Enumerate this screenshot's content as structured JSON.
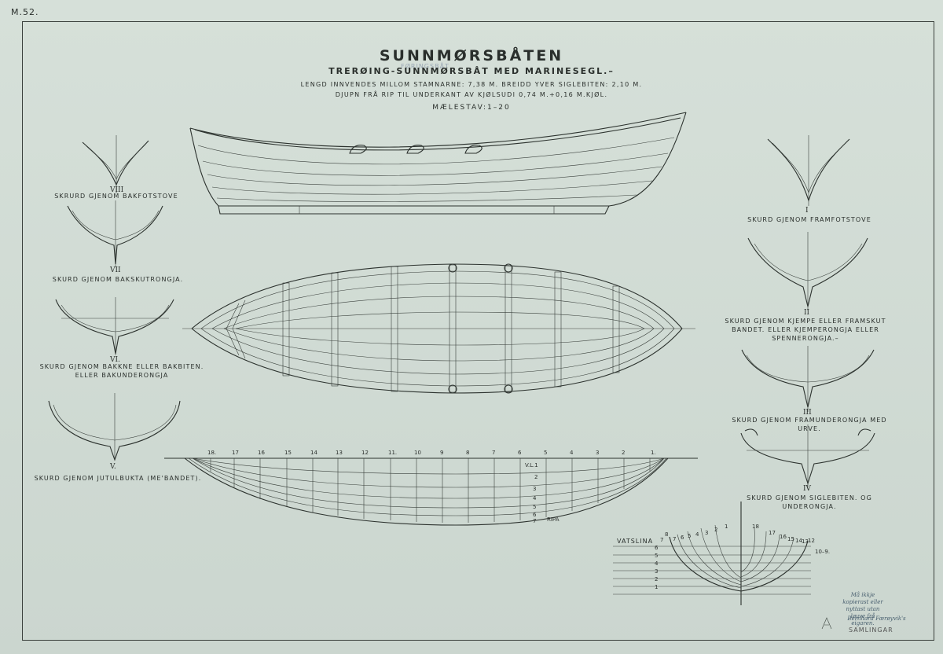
{
  "sheet_number": "M.52.",
  "title": "SUNNMØRSBÅTEN",
  "pencil_note": "FØRINGSBÅT",
  "subtitle": "TRERØING-SUNNMØRSBÅT MED MARINESEGL.–",
  "dimensions_line1": "LENGD INNVENDES MILLOM STAMNARNE: 7,38 M. BREIDD YVER SIGLEBITEN: 2,10 M.",
  "dimensions_line2": "DJUPN FRÅ RIP TIL UNDERKANT AV KJØLSUDI 0,74 M.+0,16 M.KJØL.",
  "scale": "MÆLESTAV:1–20",
  "left_sections": [
    {
      "roman": "VIII",
      "label": "SKRURD GJENOM BAKFOTSTOVE"
    },
    {
      "roman": "VII",
      "label": "SKURD GJENOM BAKSKUTRONGJA."
    },
    {
      "roman": "VI.",
      "label": "SKURD GJENOM BAKKNE ELLER BAKBITEN. ELLER BAKUNDERONGJA"
    },
    {
      "roman": "V.",
      "label": "SKURD GJENOM JUTULBUKTA (ME'BANDET)."
    }
  ],
  "right_sections": [
    {
      "roman": "I",
      "label": "SKURD GJENOM FRAMFOTSTOVE"
    },
    {
      "roman": "II",
      "label": "SKURD GJENOM KJEMPE ELLER FRAMSKUT BANDET. ELLER KJEMPERONGJA ELLER SPENNERONGJA.–"
    },
    {
      "roman": "III",
      "label": "SKURD GJENOM FRAMUNDERONGJA MED URVE."
    },
    {
      "roman": "IV",
      "label": "SKURD GJENOM SIGLEBITEN. OG UNDERONGJA."
    }
  ],
  "station_numbers": [
    "18.",
    "17",
    "16",
    "15",
    "14",
    "13",
    "12",
    "11.",
    "10",
    "9",
    "8",
    "7",
    "6",
    "5",
    "4",
    "3",
    "2",
    "1."
  ],
  "waterline_labels": [
    "V.L.1",
    "2",
    "3",
    "4",
    "5",
    "6",
    "7",
    "RIPA"
  ],
  "body_plan": {
    "label": "VATSLINA",
    "levels": [
      "7",
      "6",
      "5",
      "4",
      "3",
      "2",
      "1"
    ],
    "left_stations": [
      "8",
      "7",
      "6",
      "5",
      "4",
      "3",
      "2",
      "1"
    ],
    "right_stations": [
      "18",
      "17",
      "16",
      "15",
      "14",
      "13",
      "12"
    ],
    "right_side_note": "10–9."
  },
  "copy_note": "Må ikkje kopierast eller nyttast utan løyve frå eigaren.",
  "signature": "Bernhard Færøyvik's",
  "stamp": "SAMLINGAR"
}
